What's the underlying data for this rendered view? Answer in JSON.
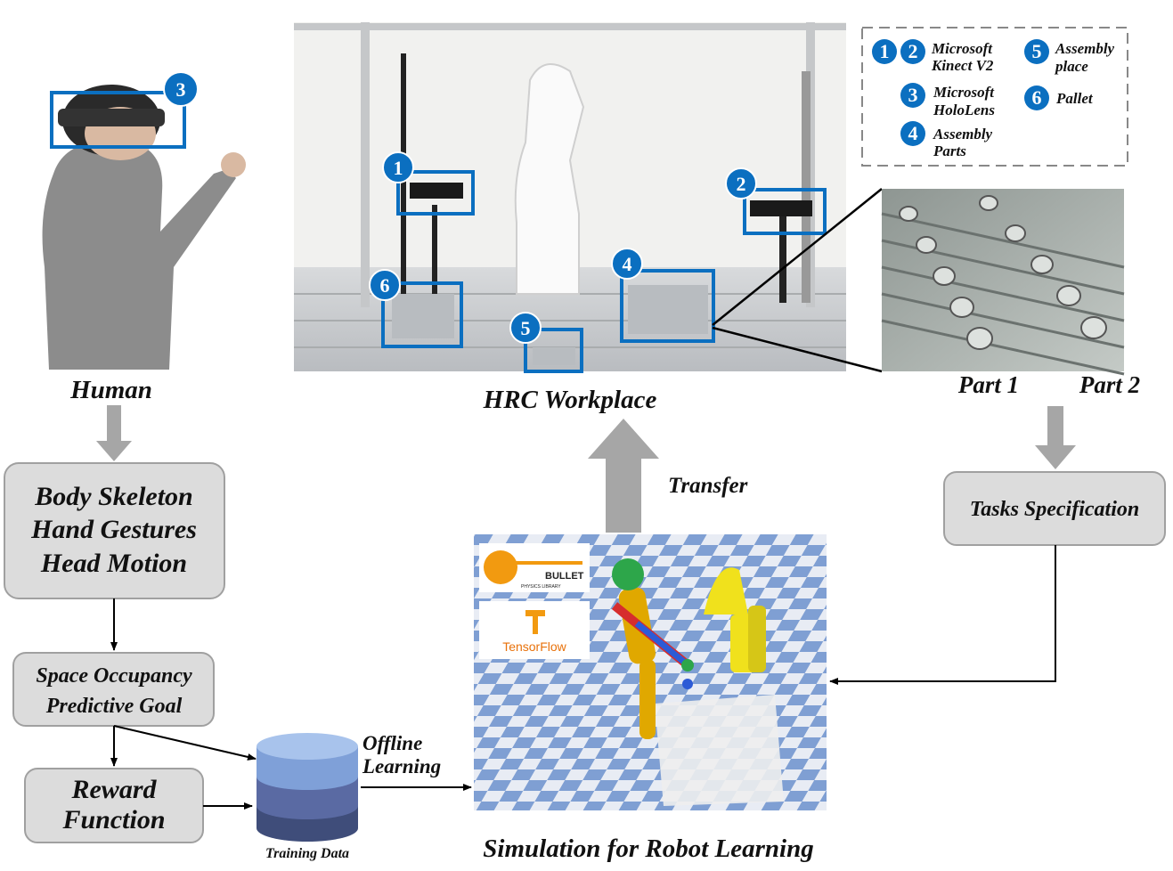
{
  "human": {
    "label": "Human",
    "badge": "3"
  },
  "workplace": {
    "label": "HRC Workplace",
    "badges": [
      "1",
      "2",
      "4",
      "5",
      "6"
    ]
  },
  "legend": {
    "items": [
      {
        "badges": "1 2",
        "b1": "1",
        "b2": "2",
        "line1": "Microsoft",
        "line2": "Kinect V2"
      },
      {
        "badge": "3",
        "line1": "Microsoft",
        "line2": "HoloLens"
      },
      {
        "badge": "4",
        "line1": "Assembly",
        "line2": "Parts"
      },
      {
        "badge": "5",
        "line1": "Assembly",
        "line2": "place"
      },
      {
        "badge": "6",
        "line1": "Pallet"
      }
    ]
  },
  "parts": {
    "part1": "Part 1",
    "part2": "Part 2"
  },
  "boxes": {
    "perception": [
      "Body Skeleton",
      "Hand Gestures",
      "Head Motion"
    ],
    "prediction": [
      "Space Occupancy",
      "Predictive Goal"
    ],
    "reward": [
      "Reward",
      "Function"
    ],
    "tasks": "Tasks Specification"
  },
  "training_data": "Training Data",
  "offline_learning": [
    "Offline",
    "Learning"
  ],
  "transfer": "Transfer",
  "simulation": {
    "label": "Simulation for Robot Learning",
    "bullet_logo": "BULLET",
    "bullet_sub": "PHYSICS LIBRARY",
    "tensorflow": "TensorFlow"
  },
  "colors": {
    "badge_blue": "#0b6fc0",
    "box_fill": "#dcdcdc",
    "arrow_gray": "#a6a6a6"
  }
}
